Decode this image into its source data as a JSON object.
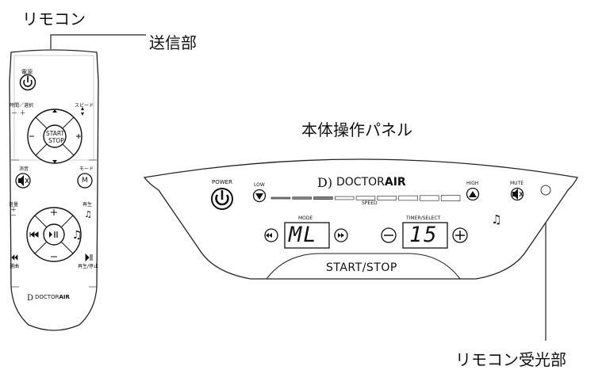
{
  "callouts": {
    "remote_title": "リモコン",
    "transmitter": "送信部",
    "panel_title": "本体操作パネル",
    "receiver": "リモコン受光部"
  },
  "remote": {
    "power_label": "電源",
    "time_select_label": "時間／選択",
    "time_select_signs": "－ ＋",
    "speed_label": "スピード",
    "start_line1": "START",
    "start_line2": "STOP",
    "mute_label": "消音",
    "mode_label": "モード",
    "mode_key": "M",
    "volume_label": "音量",
    "volume_signs": "＋\n－",
    "music_label": "再生",
    "prev_label": "選曲",
    "play_label": "再生/停止",
    "brand_prefix": "DOCTOR",
    "brand_suffix": "AIR"
  },
  "panel": {
    "power_label": "POWER",
    "low_label": "LOW",
    "high_label": "HIGH",
    "mute_label": "MUTE",
    "speed_label": "SPEED",
    "mode_label": "MODE",
    "mode_display": "ML",
    "timer_label": "TIMER/SELECT",
    "timer_display": "15",
    "start_stop": "START/STOP",
    "brand_prefix": "DOCTOR",
    "brand_suffix": "AIR",
    "speed_levels": 9
  }
}
